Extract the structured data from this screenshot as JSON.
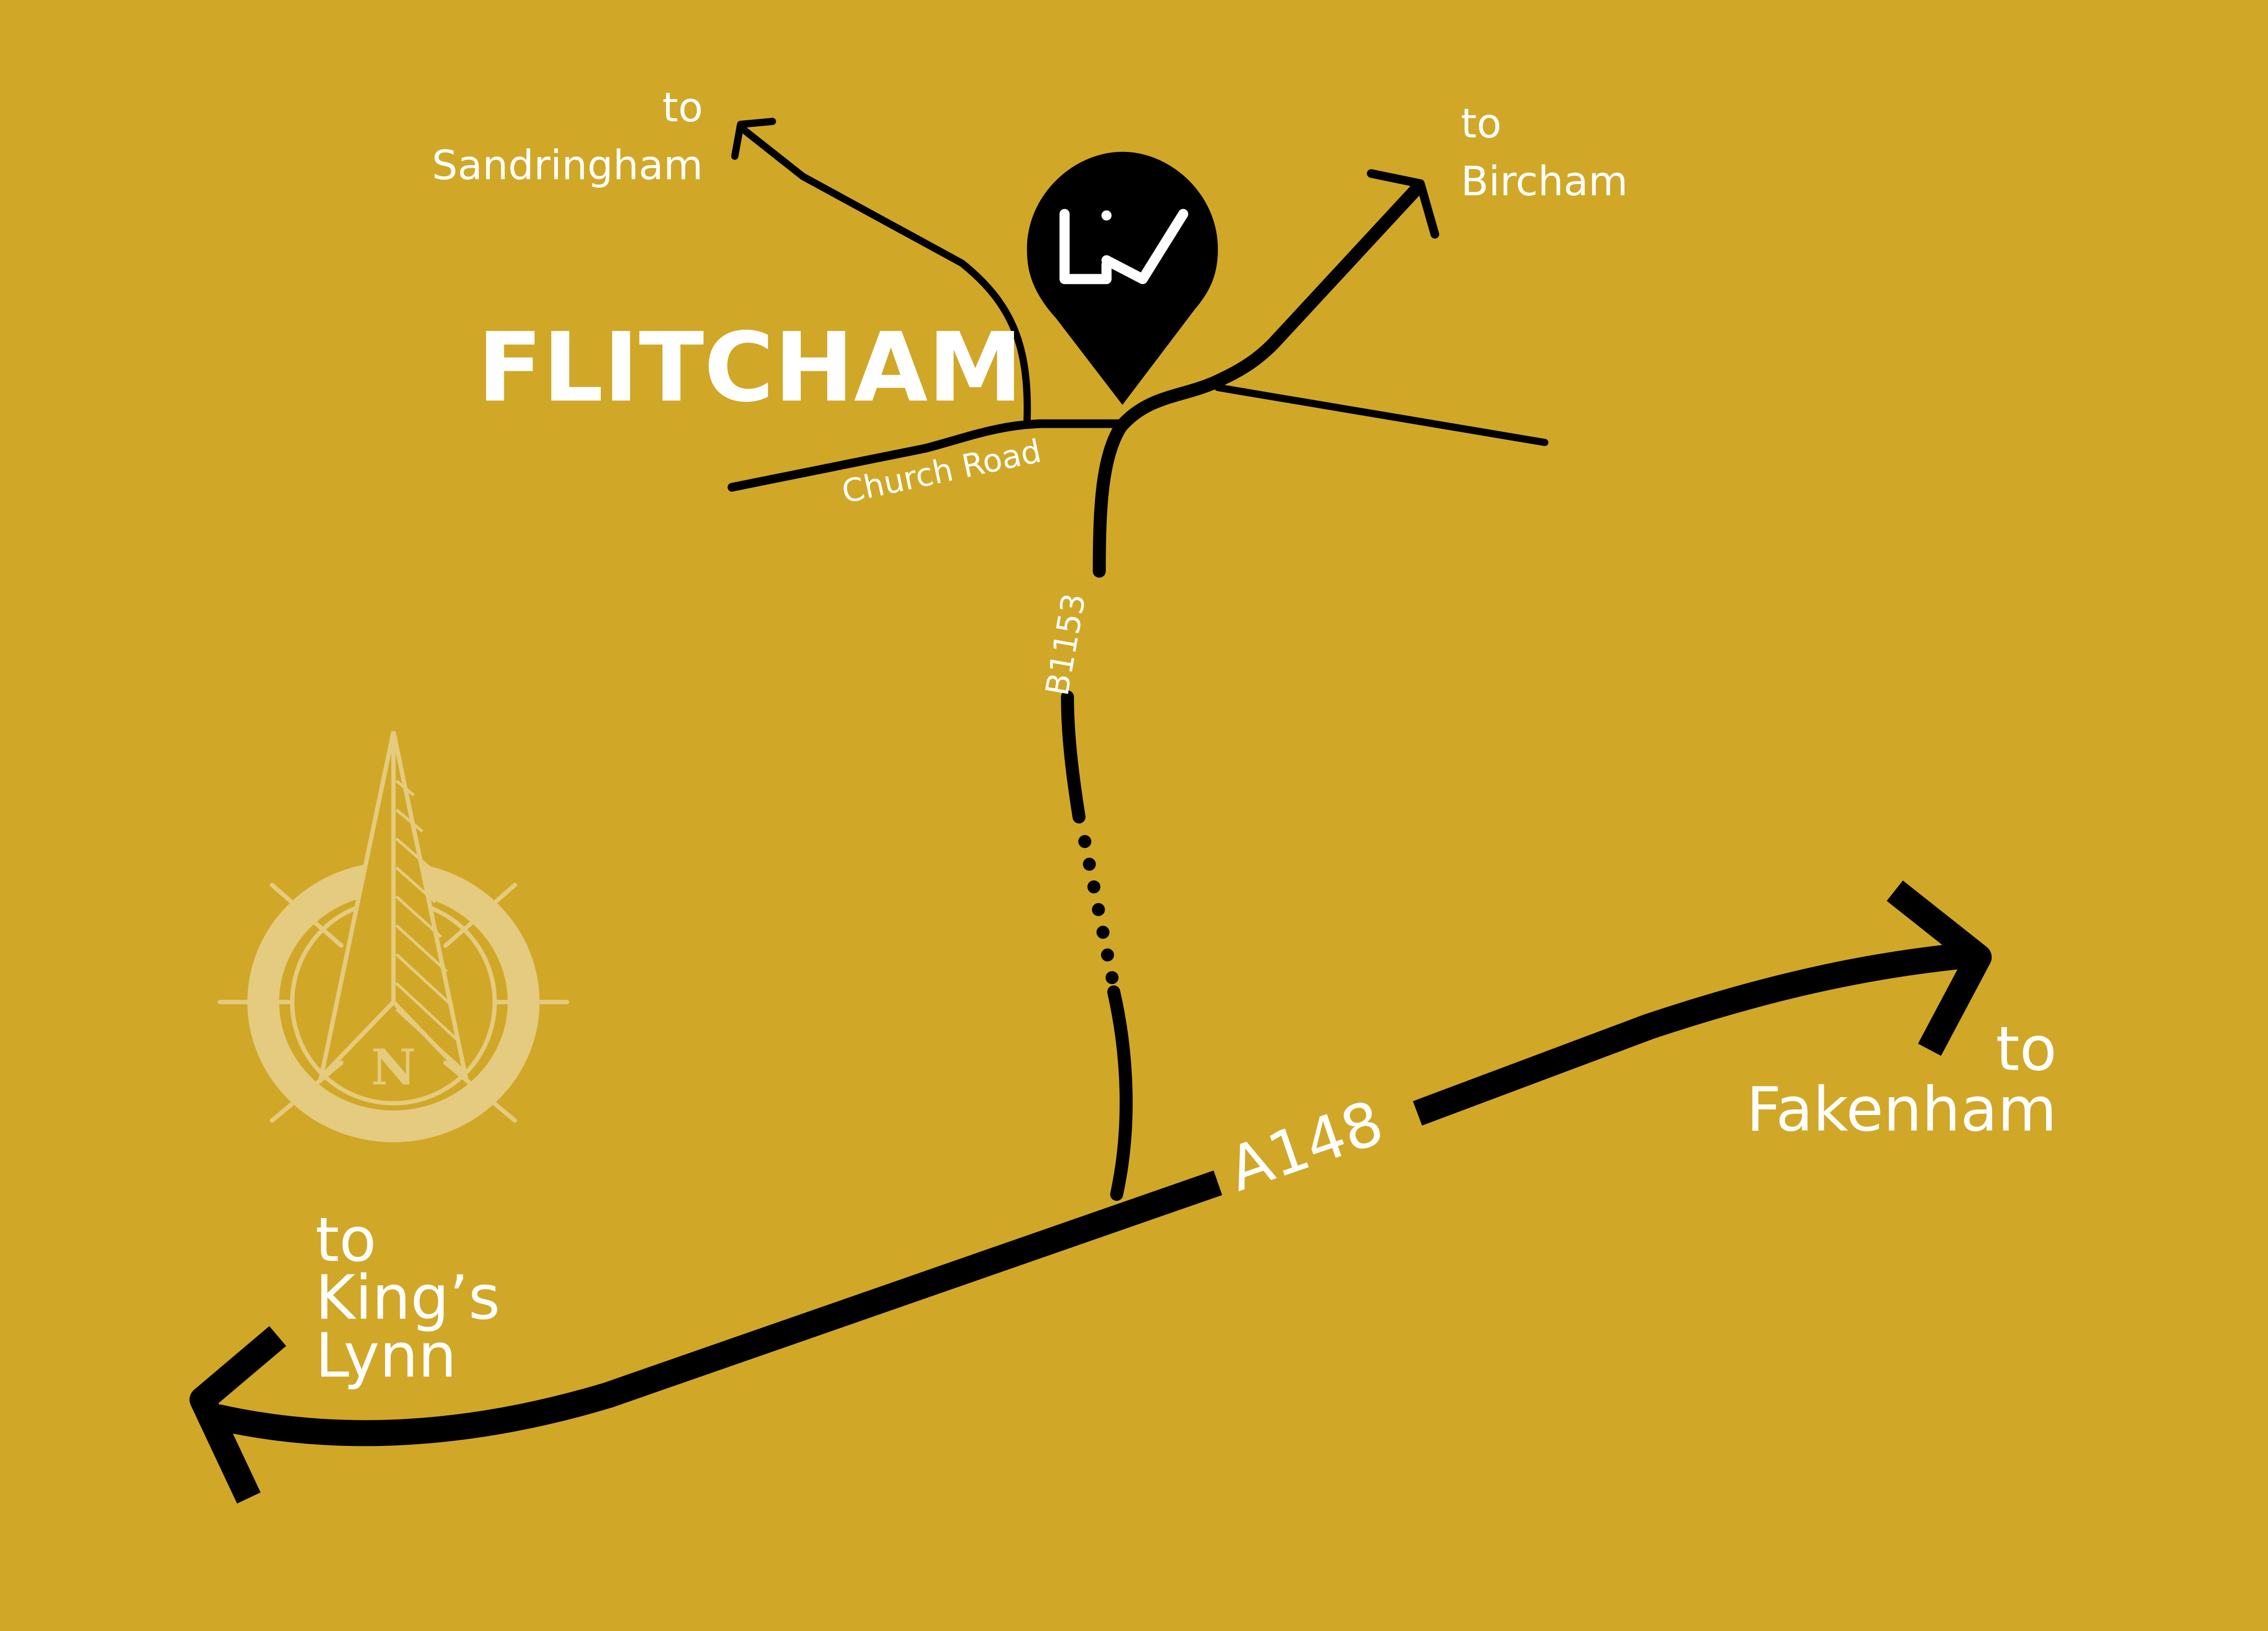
{
  "colors": {
    "background": "#D1A728",
    "road": "#000000",
    "label": "#ffffff",
    "compass": "#E4CB7F"
  },
  "town": {
    "name": "FLITCHAM"
  },
  "logo": {
    "text": "Liv",
    "icon": "map-pin-icon"
  },
  "roads": {
    "church_road": "Church Road",
    "b1153": "B1153",
    "a148": "A148"
  },
  "destinations": {
    "sandringham": {
      "to": "to",
      "name": "Sandringham"
    },
    "bircham": {
      "to": "to",
      "name": "Bircham"
    },
    "fakenham": {
      "to": "to",
      "name": "Fakenham"
    },
    "kings_lynn": {
      "to": "to",
      "line1": "King’s",
      "line2": "Lynn"
    }
  },
  "compass": {
    "letter": "N",
    "icon": "north-arrow-compass-icon"
  }
}
